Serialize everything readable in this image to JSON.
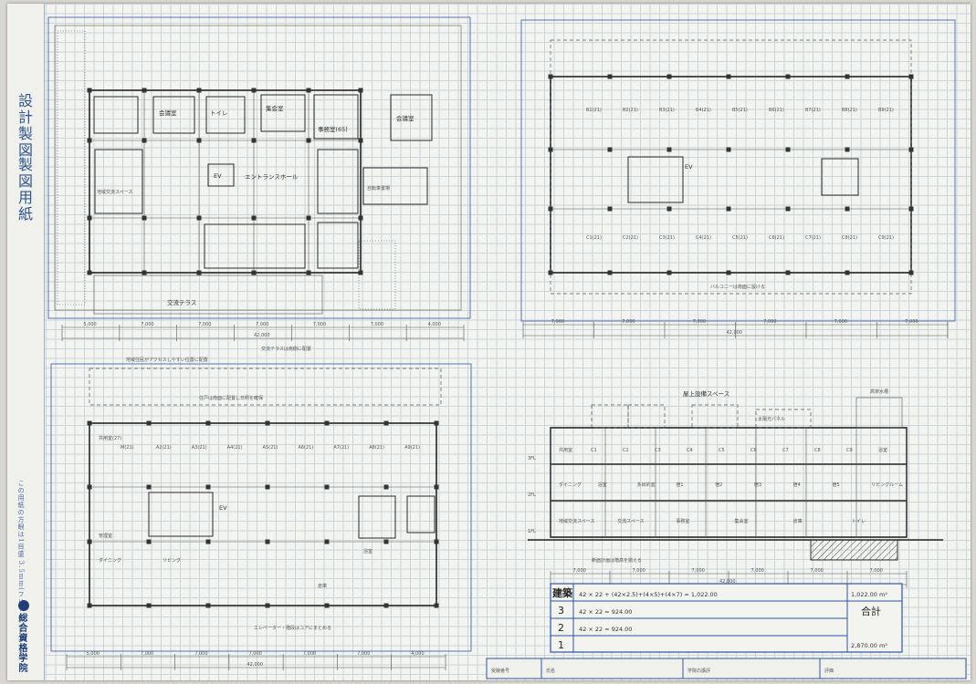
{
  "sheet": {
    "margin_title_1": "設計製図",
    "margin_title_2": "製図用紙",
    "margin_note": "この用紙の方眼は1目盛 3.5mm(フリーハンドガイド)",
    "brand": "総合資格学院"
  },
  "plans": {
    "ground": {
      "rooms": [
        "集会室",
        "会議室",
        "事務室(65)",
        "会議室",
        "トイレ",
        "EV",
        "エントランスホール",
        "地域交流スペース",
        "自転車置場",
        "交流テラス"
      ],
      "dims": [
        "5,000",
        "7,000",
        "7,000",
        "7,000",
        "7,000",
        "7,000",
        "4,000",
        "42,000"
      ],
      "notes": [
        "交流テラスは南側に配置",
        "地域住民がアクセスしやすい位置に配置"
      ]
    },
    "upper_left": {
      "rooms": [
        "M(21)",
        "A2(21)",
        "A3(21)",
        "A4(21)",
        "A5(21)",
        "A6(21)",
        "A7(21)",
        "A8(21)",
        "A9(21)",
        "EV",
        "共用室(27)",
        "管理室",
        "ダイニング",
        "リビング",
        "浴室",
        "倉庫"
      ],
      "dims": [
        "5,000",
        "7,000",
        "7,000",
        "7,000",
        "7,000",
        "7,000",
        "4,000",
        "42,000"
      ],
      "notes": [
        "住戸は南面に配置し日照を確保",
        "エレベーター・階段はコアにまとめる"
      ]
    },
    "upper_right": {
      "rooms": [
        "B1(21)",
        "B2(21)",
        "B3(21)",
        "B4(21)",
        "B5(21)",
        "B6(21)",
        "B7(21)",
        "B8(21)",
        "B9(21)",
        "C1(21)",
        "C2(21)",
        "C3(21)",
        "C4(21)",
        "C5(21)",
        "C6(21)",
        "C7(21)",
        "C8(21)",
        "C9(21)",
        "EV"
      ],
      "dims": [
        "7,000",
        "7,000",
        "7,000",
        "7,000",
        "7,000",
        "7,000",
        "42,000"
      ],
      "notes": [
        "バルコニーは南面に設ける"
      ]
    },
    "section": {
      "floor_labels": [
        "3FL",
        "2FL",
        "1FL"
      ],
      "rooms_row3": [
        "共用室",
        "C1",
        "C2",
        "C3",
        "C4",
        "C5",
        "C6",
        "C7",
        "C8",
        "C9",
        "浴室"
      ],
      "rooms_row2": [
        "ダイニング",
        "浴室",
        "多目的室",
        "宿1",
        "宿2",
        "宿3",
        "宿4",
        "宿5",
        "リビングルーム"
      ],
      "rooms_row1": [
        "地域交流スペース",
        "交流スペース",
        "事務室",
        "集会室",
        "倉庫",
        "トイレ"
      ],
      "top_labels": [
        "屋上設備スペース",
        "太陽光パネル",
        "高架水槽"
      ],
      "dims": [
        "7,000",
        "7,000",
        "7,000",
        "7,000",
        "7,000",
        "7,000",
        "42,000"
      ],
      "note": "断面計画は階高を揃える"
    }
  },
  "area_table": {
    "header": "建築",
    "rows": [
      {
        "floor": "3",
        "formula": "42 × 22 + (42×2.5)+(4×5)+(4×7) = 1,022.00"
      },
      {
        "floor": "2",
        "formula": "42 × 22 = 924.00"
      },
      {
        "floor": "1",
        "formula": "42 × 22 = 924.00"
      }
    ],
    "total_label": "合計",
    "total_value_top": "1,022.00 m²",
    "total_value": "2,870.00 m²"
  },
  "footer_labels": [
    "受験番号",
    "氏名",
    "学院の講評",
    "評価"
  ],
  "colors": {
    "blue": "#2e55a4",
    "grid": "#c9d6dc",
    "paper": "#f3f3ef"
  }
}
